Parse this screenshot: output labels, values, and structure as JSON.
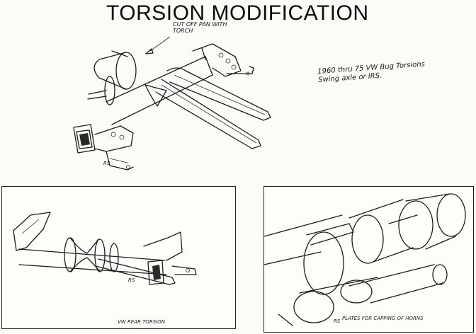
{
  "title": "TORSION MODIFICATION",
  "callout": {
    "line1": "CUT OFF PAN WITH",
    "line2": "TORCH"
  },
  "note": {
    "line1": "1960 thru 75 VW Bug Torsions",
    "line2": "Swing axle or IRS."
  },
  "signatures": {
    "top": "RS",
    "left": "RS",
    "right": "RS"
  },
  "captions": {
    "left": "VW REAR TORSION",
    "right": "PLATES FOR CAPPING OF HORNS"
  }
}
